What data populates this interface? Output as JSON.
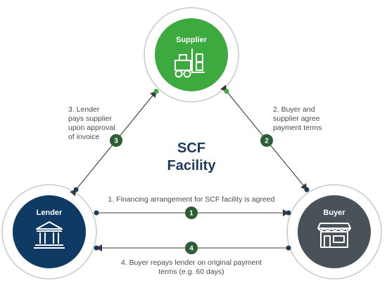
{
  "diagram": {
    "center_title": [
      "SCF",
      "Facility"
    ],
    "nodes": {
      "supplier": {
        "label": "Supplier",
        "color": "#3daa3f",
        "icon": "forklift-icon"
      },
      "lender": {
        "label": "Lender",
        "color": "#0f3a63",
        "icon": "bank-icon"
      },
      "buyer": {
        "label": "Buyer",
        "color": "#4a5259",
        "icon": "storefront-icon"
      }
    },
    "steps": [
      {
        "number": "1",
        "text": [
          "1. Financing arrangement for SCF facility is agreed"
        ]
      },
      {
        "number": "2",
        "text": [
          "2. Buyer and",
          "supplier agree",
          "payment terms"
        ]
      },
      {
        "number": "3",
        "text": [
          "3. Lender",
          "pays supplier",
          "upon approval",
          "of invoice"
        ]
      },
      {
        "number": "4",
        "text": [
          "4. Buyer repays lender on original payment",
          "terms (e.g. 60 days)"
        ]
      }
    ],
    "colors": {
      "badge": "#2c5e36",
      "arrow": "#3a3a3a",
      "dot_green": "#3daa3f",
      "dot_navy": "#1b3a5c"
    }
  }
}
